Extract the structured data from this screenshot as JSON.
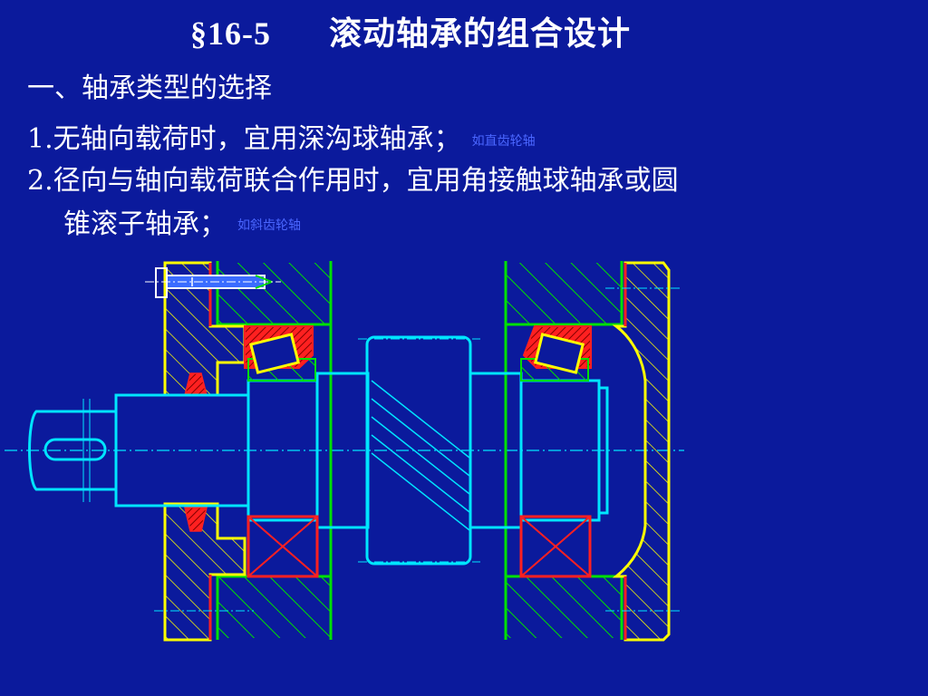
{
  "slide": {
    "section_number": "§16-5",
    "title": "滚动轴承的组合设计",
    "subtitle": "一、轴承类型的选择",
    "points": [
      {
        "num": "1.",
        "text": "无轴向载荷时，宜用深沟球轴承；",
        "note": "如直齿轮轴"
      },
      {
        "num": "2.",
        "text_a": "径向与轴向载荷联合作用时，宜用角接触球轴承或圆",
        "text_b": "锥滚子轴承；",
        "note": "如斜齿轮轴"
      }
    ]
  },
  "colors": {
    "background": "#0b1a9c",
    "shaft": "#00e5ff",
    "housing": "#00e000",
    "end_cap": "#ffff00",
    "bearing": "#ff2020",
    "note": "#4a66ff",
    "seal": "#ff2020"
  }
}
